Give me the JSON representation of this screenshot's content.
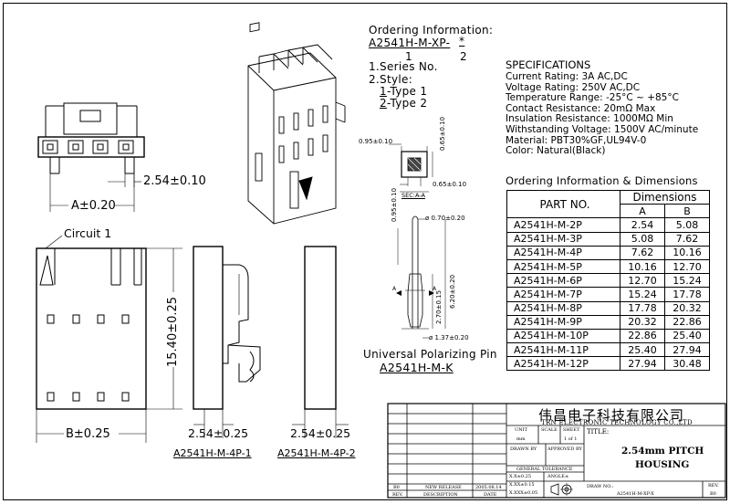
{
  "front_view": {
    "dim_pitch": "2.54±0.10",
    "dim_a": "A±0.20",
    "circuit_label": "Circuit 1"
  },
  "views": {
    "dim_b": "B±0.25",
    "dim_height": "15.40±0.25",
    "side1_width": "2.54±0.25",
    "side2_width": "2.54±0.25",
    "side1_label": "A2541H-M-4P-1",
    "side2_label": "A2541H-M-4P-2"
  },
  "ordering": {
    "title": "Ordering Information:",
    "code": "A2541H-M-XP-",
    "star": "*",
    "num1": "1",
    "num2": "2",
    "line1": "1.Series No.",
    "line2": "2.Style:",
    "type1_num": "1",
    "type1_text": "-Type 1",
    "type2_num": "2",
    "type2_text": "-Type 2"
  },
  "pin": {
    "d1": "0.95±0.10",
    "d2": "0.65±0.10",
    "d3": "0.65±0.10",
    "section": "SEC:A-A",
    "d4": "0.95±0.10",
    "d5": "ø 0.70±0.20",
    "d6": "6.20±0.20",
    "d7": "2.70±0.15",
    "d8": "ø 1.37±0.20",
    "a_mark": "A",
    "caption": "Universal Polarizing Pin",
    "part": "A2541H-M-K"
  },
  "specifications": {
    "title": "SPECIFICATIONS",
    "lines": [
      "Current Rating: 3A AC,DC",
      "Voltage Rating: 250V AC,DC",
      "Temperature Range: -25°C ~ +85°C",
      "Contact Resistance: 20mΩ Max",
      "Insulation Resistance: 1000MΩ Min",
      "Withstanding Voltage: 1500V AC/minute",
      "Material: PBT30%GF,UL94V-0",
      "Color: Natural(Black)"
    ]
  },
  "dimensions_table": {
    "title": "Ordering Information & Dimensions",
    "col_part": "PART NO.",
    "col_dims": "Dimensions",
    "col_a": "A",
    "col_b": "B",
    "rows": [
      {
        "part": "A2541H-M-2P",
        "a": "2.54",
        "b": "5.08"
      },
      {
        "part": "A2541H-M-3P",
        "a": "5.08",
        "b": "7.62"
      },
      {
        "part": "A2541H-M-4P",
        "a": "7.62",
        "b": "10.16"
      },
      {
        "part": "A2541H-M-5P",
        "a": "10.16",
        "b": "12.70"
      },
      {
        "part": "A2541H-M-6P",
        "a": "12.70",
        "b": "15.24"
      },
      {
        "part": "A2541H-M-7P",
        "a": "15.24",
        "b": "17.78"
      },
      {
        "part": "A2541H-M-8P",
        "a": "17.78",
        "b": "20.32"
      },
      {
        "part": "A2541H-M-9P",
        "a": "20.32",
        "b": "22.86"
      },
      {
        "part": "A2541H-M-10P",
        "a": "22.86",
        "b": "25.40"
      },
      {
        "part": "A2541H-M-11P",
        "a": "25.40",
        "b": "27.94"
      },
      {
        "part": "A2541H-M-12P",
        "a": "27.94",
        "b": "30.48"
      }
    ]
  },
  "title_block": {
    "company_cn": "伟昌电子科技有限公司",
    "company_en": "TRN ELECTRONIC TECHNOLOGY CO.,LTD",
    "unit": "UNIT",
    "unit_val": "mm",
    "scale": "SCALE",
    "sheet": "SHEET",
    "sheet_val": "1 of 1",
    "title_label": "TITLE:",
    "title_1": "2.54mm PITCH",
    "title_2": "HOUSING",
    "drawn_by": "DRAWN BY",
    "approved_by": "APPROVED BY",
    "general_tolerance": "GENERAL TOLERANCE",
    "tol1": "X.X±0.25",
    "tol2": "X.XX±0.15",
    "tol3": "X.XXX±0.05",
    "angle": "ANGLE±",
    "drw_no_label": "DRAW NO.:",
    "drw_no": "A2541H-M-XP-X",
    "rev_label": "REV.",
    "rev_val": "B0",
    "rev_row_rev": "B0",
    "rev_row_desc": "NEW RELEASE",
    "rev_row_date": "2005.08.14",
    "hdr_rev": "REV.",
    "hdr_desc": "DESCRIPTION",
    "hdr_date": "DATE"
  }
}
